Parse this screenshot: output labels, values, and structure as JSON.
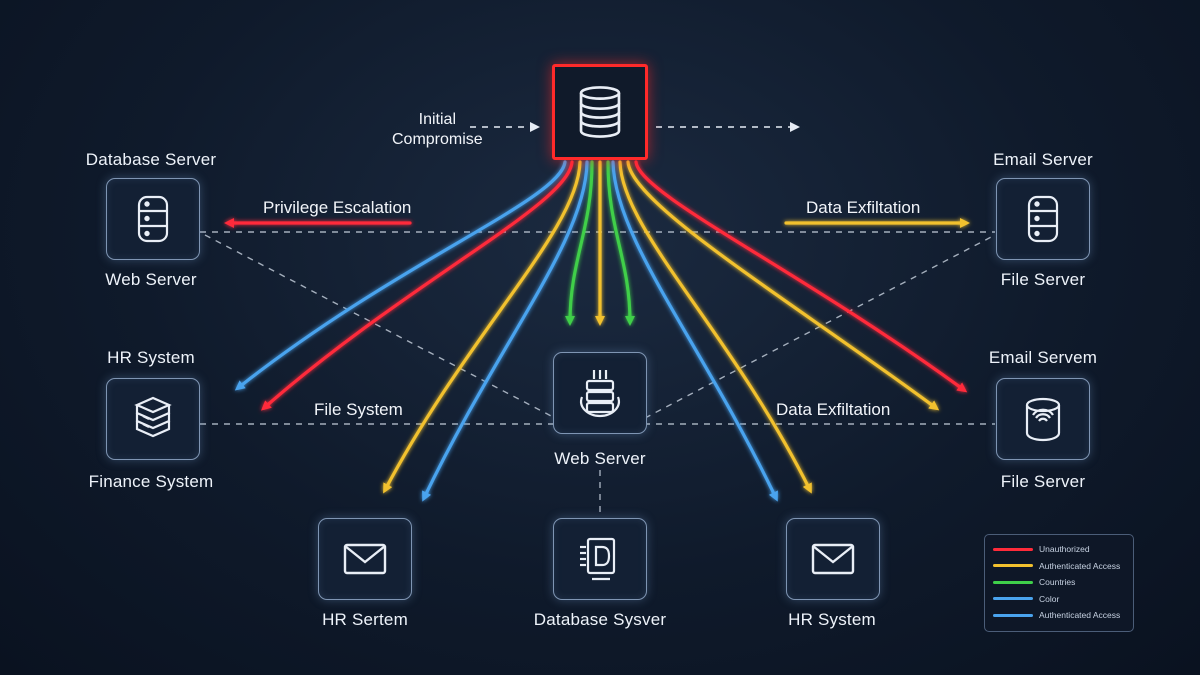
{
  "nodes": {
    "center": {
      "icon": "database-icon"
    },
    "left_top": {
      "top_label": "Database Server",
      "bottom_label": "Web Server",
      "icon": "database-server-icon"
    },
    "left_mid": {
      "top_label": "HR System",
      "bottom_label": "Finance System",
      "icon": "server-stack-icon"
    },
    "right_top": {
      "top_label": "Email Server",
      "bottom_label": "File Server",
      "icon": "database-server-icon"
    },
    "right_mid": {
      "top_label": "Email Servem",
      "bottom_label": "File Server",
      "icon": "storage-drum-icon"
    },
    "middle": {
      "bottom_label": "Web Server",
      "icon": "server-icon"
    },
    "bottom_left": {
      "bottom_label": "HR Sertem",
      "icon": "envelope-icon"
    },
    "bottom_center": {
      "bottom_label": "Database Sysver",
      "icon": "document-icon"
    },
    "bottom_right": {
      "bottom_label": "HR System",
      "icon": "envelope-icon"
    }
  },
  "edge_labels": {
    "initial": [
      "Initial",
      "Compromise"
    ],
    "privilege": "Privilege Escalation",
    "exfil_top": "Data Exfiltation",
    "file_system": "File System",
    "exfil_mid": "Data Exfiltation"
  },
  "legend": {
    "items": [
      {
        "label": "Unauthorized",
        "color": "#ff2b3a"
      },
      {
        "label": "Authenticated Access",
        "color": "#f2c12e"
      },
      {
        "label": "Countries",
        "color": "#3fcf4a"
      },
      {
        "label": "Color",
        "color": "#4aa3ee"
      },
      {
        "label": "Authenticated Access",
        "color": "#4aa3ee"
      }
    ]
  },
  "colors": {
    "red": "#ff2b3a",
    "yellow": "#f2c12e",
    "green": "#3fcf4a",
    "blue": "#4aa3ee",
    "dashed": "#c9d3e0"
  }
}
